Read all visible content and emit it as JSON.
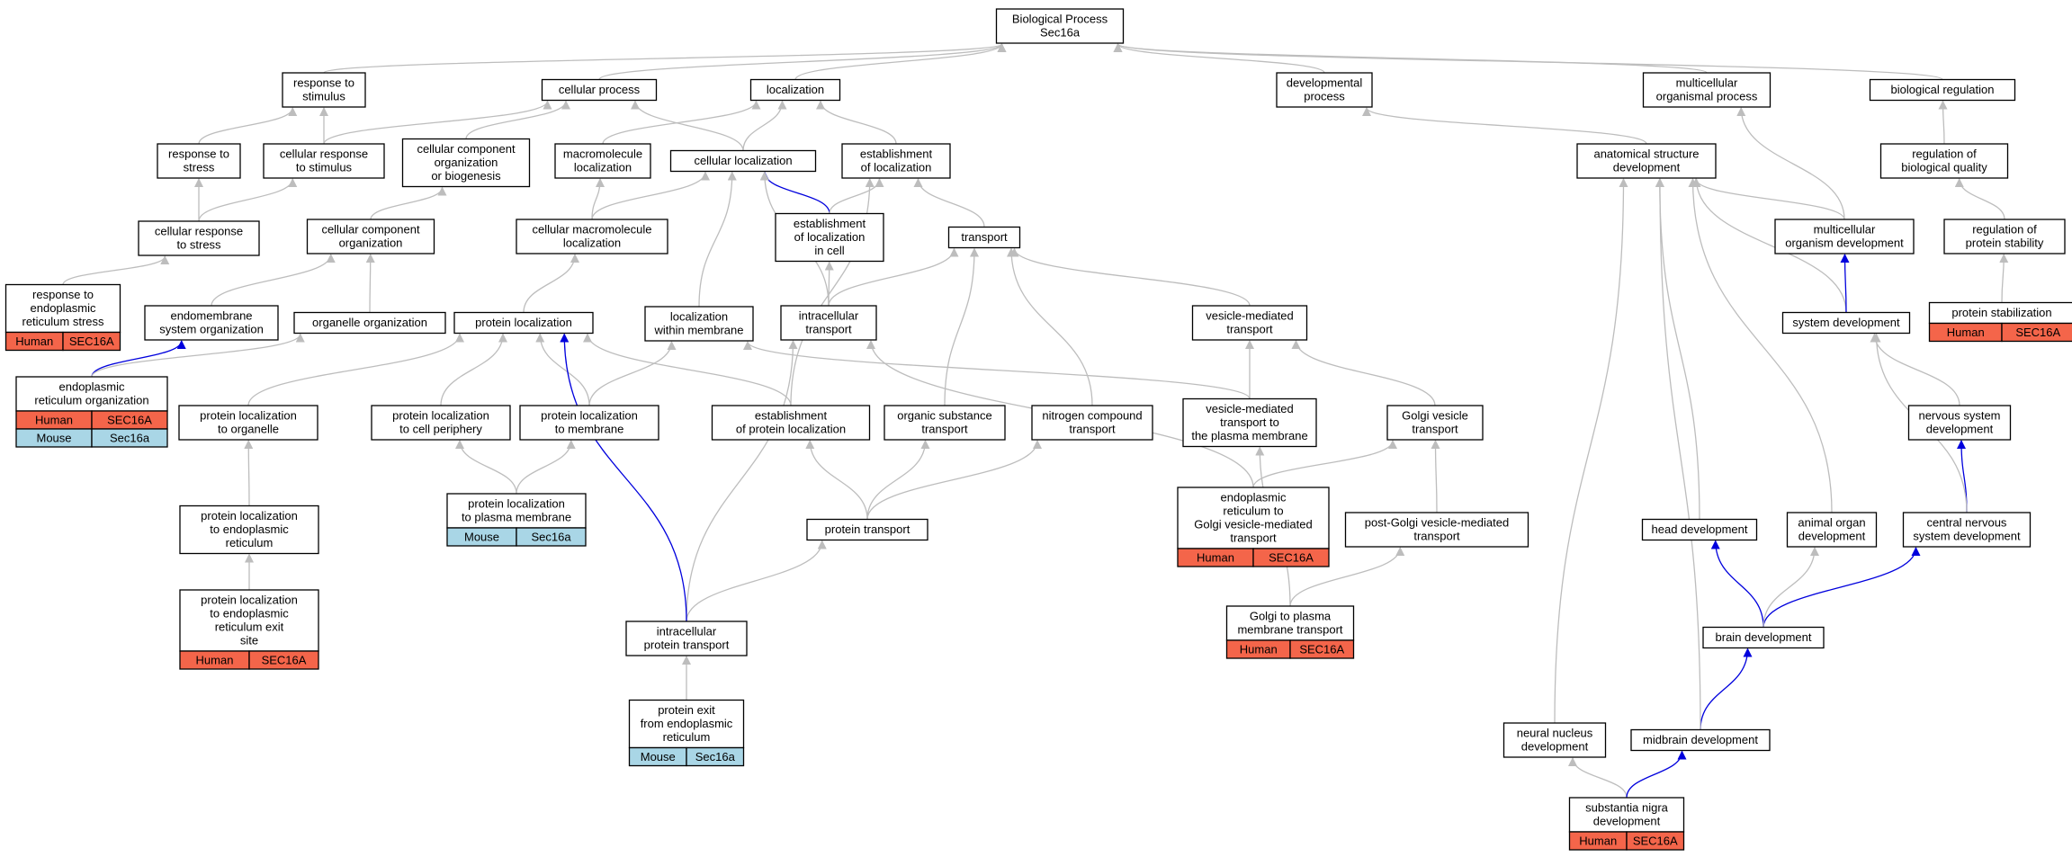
{
  "colors": {
    "human": "#f4654a",
    "mouse": "#a9d6e6",
    "edge": "#bdbdbd",
    "blue_edge": "#0000dd",
    "box_stroke": "#000000"
  },
  "nodes": [
    {
      "id": "bp",
      "lines": [
        "Biological Process",
        "Sec16a"
      ]
    },
    {
      "id": "rts",
      "lines": [
        "response to",
        "stimulus"
      ]
    },
    {
      "id": "cp",
      "lines": [
        "cellular process"
      ]
    },
    {
      "id": "loc",
      "lines": [
        "localization"
      ]
    },
    {
      "id": "dev",
      "lines": [
        "developmental",
        "process"
      ]
    },
    {
      "id": "mop",
      "lines": [
        "multicellular",
        "organismal process"
      ]
    },
    {
      "id": "breg",
      "lines": [
        "biological regulation"
      ]
    },
    {
      "id": "rtstress",
      "lines": [
        "response to",
        "stress"
      ]
    },
    {
      "id": "crts",
      "lines": [
        "cellular response",
        "to stimulus"
      ]
    },
    {
      "id": "ccob",
      "lines": [
        "cellular component",
        "organization",
        "or biogenesis"
      ]
    },
    {
      "id": "mml",
      "lines": [
        "macromolecule",
        "localization"
      ]
    },
    {
      "id": "cl",
      "lines": [
        "cellular localization"
      ]
    },
    {
      "id": "eol",
      "lines": [
        "establishment",
        "of localization"
      ]
    },
    {
      "id": "asd",
      "lines": [
        "anatomical structure",
        "development"
      ]
    },
    {
      "id": "rbq",
      "lines": [
        "regulation of",
        "biological quality"
      ]
    },
    {
      "id": "crtstress",
      "lines": [
        "cellular response",
        "to stress"
      ]
    },
    {
      "id": "cco",
      "lines": [
        "cellular component",
        "organization"
      ]
    },
    {
      "id": "cmml",
      "lines": [
        "cellular macromolecule",
        "localization"
      ]
    },
    {
      "id": "eolc",
      "lines": [
        "establishment",
        "of localization",
        "in cell"
      ]
    },
    {
      "id": "trans",
      "lines": [
        "transport"
      ]
    },
    {
      "id": "mod",
      "lines": [
        "multicellular",
        "organism development"
      ]
    },
    {
      "id": "rps",
      "lines": [
        "regulation of",
        "protein stability"
      ]
    },
    {
      "id": "rters",
      "lines": [
        "response to",
        "endoplasmic",
        "reticulum stress"
      ],
      "tags": [
        {
          "species": "Human",
          "gene": "SEC16A"
        }
      ]
    },
    {
      "id": "eso",
      "lines": [
        "endomembrane",
        "system organization"
      ]
    },
    {
      "id": "oo",
      "lines": [
        "organelle organization"
      ]
    },
    {
      "id": "pl",
      "lines": [
        "protein localization"
      ]
    },
    {
      "id": "lwm",
      "lines": [
        "localization",
        "within membrane"
      ]
    },
    {
      "id": "it",
      "lines": [
        "intracellular",
        "transport"
      ]
    },
    {
      "id": "vmt",
      "lines": [
        "vesicle-mediated",
        "transport"
      ]
    },
    {
      "id": "sd",
      "lines": [
        "system development"
      ]
    },
    {
      "id": "pstab",
      "lines": [
        "protein stabilization"
      ],
      "tags": [
        {
          "species": "Human",
          "gene": "SEC16A"
        }
      ]
    },
    {
      "id": "ero",
      "lines": [
        "endoplasmic",
        "reticulum organization"
      ],
      "tags": [
        {
          "species": "Human",
          "gene": "SEC16A"
        },
        {
          "species": "Mouse",
          "gene": "Sec16a"
        }
      ]
    },
    {
      "id": "plo",
      "lines": [
        "protein localization",
        "to organelle"
      ]
    },
    {
      "id": "plcp",
      "lines": [
        "protein localization",
        "to cell periphery"
      ]
    },
    {
      "id": "plm",
      "lines": [
        "protein localization",
        "to membrane"
      ]
    },
    {
      "id": "epl",
      "lines": [
        "establishment",
        "of protein localization"
      ]
    },
    {
      "id": "ost",
      "lines": [
        "organic substance",
        "transport"
      ]
    },
    {
      "id": "nct",
      "lines": [
        "nitrogen compound",
        "transport"
      ]
    },
    {
      "id": "vmtpm",
      "lines": [
        "vesicle-mediated",
        "transport to",
        "the plasma membrane"
      ]
    },
    {
      "id": "gvt",
      "lines": [
        "Golgi vesicle",
        "transport"
      ]
    },
    {
      "id": "nsd",
      "lines": [
        "nervous system",
        "development"
      ]
    },
    {
      "id": "pler",
      "lines": [
        "protein localization",
        "to endoplasmic",
        "reticulum"
      ]
    },
    {
      "id": "plpm",
      "lines": [
        "protein localization",
        "to plasma membrane"
      ],
      "tags": [
        {
          "species": "Mouse",
          "gene": "Sec16a"
        }
      ]
    },
    {
      "id": "pt",
      "lines": [
        "protein transport"
      ]
    },
    {
      "id": "ergvt",
      "lines": [
        "endoplasmic",
        "reticulum to",
        "Golgi vesicle-mediated",
        "transport"
      ],
      "tags": [
        {
          "species": "Human",
          "gene": "SEC16A"
        }
      ]
    },
    {
      "id": "pgvt",
      "lines": [
        "post-Golgi vesicle-mediated",
        "transport"
      ]
    },
    {
      "id": "hd",
      "lines": [
        "head development"
      ]
    },
    {
      "id": "aod",
      "lines": [
        "animal organ",
        "development"
      ]
    },
    {
      "id": "cnsd",
      "lines": [
        "central nervous",
        "system development"
      ]
    },
    {
      "id": "plers",
      "lines": [
        "protein localization",
        "to endoplasmic",
        "reticulum exit",
        "site"
      ],
      "tags": [
        {
          "species": "Human",
          "gene": "SEC16A"
        }
      ]
    },
    {
      "id": "ipt",
      "lines": [
        "intracellular",
        "protein transport"
      ]
    },
    {
      "id": "gpmt",
      "lines": [
        "Golgi to plasma",
        "membrane transport"
      ],
      "tags": [
        {
          "species": "Human",
          "gene": "SEC16A"
        }
      ]
    },
    {
      "id": "bd",
      "lines": [
        "brain development"
      ]
    },
    {
      "id": "pex",
      "lines": [
        "protein exit",
        "from endoplasmic",
        "reticulum"
      ],
      "tags": [
        {
          "species": "Mouse",
          "gene": "Sec16a"
        }
      ]
    },
    {
      "id": "nnd",
      "lines": [
        "neural nucleus",
        "development"
      ]
    },
    {
      "id": "md",
      "lines": [
        "midbrain development"
      ]
    },
    {
      "id": "snd",
      "lines": [
        "substantia nigra",
        "development"
      ],
      "tags": [
        {
          "species": "Human",
          "gene": "SEC16A"
        }
      ]
    }
  ],
  "edges": [
    {
      "from": "rts",
      "to": "bp"
    },
    {
      "from": "cp",
      "to": "bp"
    },
    {
      "from": "loc",
      "to": "bp"
    },
    {
      "from": "dev",
      "to": "bp"
    },
    {
      "from": "mop",
      "to": "bp"
    },
    {
      "from": "breg",
      "to": "bp"
    },
    {
      "from": "rtstress",
      "to": "rts"
    },
    {
      "from": "crts",
      "to": "rts"
    },
    {
      "from": "crts",
      "to": "cp"
    },
    {
      "from": "ccob",
      "to": "cp"
    },
    {
      "from": "mml",
      "to": "loc"
    },
    {
      "from": "cl",
      "to": "loc"
    },
    {
      "from": "cl",
      "to": "cp"
    },
    {
      "from": "eol",
      "to": "loc"
    },
    {
      "from": "asd",
      "to": "dev"
    },
    {
      "from": "mod",
      "to": "mop"
    },
    {
      "from": "rbq",
      "to": "breg"
    },
    {
      "from": "crtstress",
      "to": "rtstress"
    },
    {
      "from": "crtstress",
      "to": "crts"
    },
    {
      "from": "cco",
      "to": "ccob"
    },
    {
      "from": "cmml",
      "to": "mml"
    },
    {
      "from": "cmml",
      "to": "cl"
    },
    {
      "from": "eolc",
      "to": "cl",
      "blue": true
    },
    {
      "from": "eolc",
      "to": "eol"
    },
    {
      "from": "trans",
      "to": "eol"
    },
    {
      "from": "mod",
      "to": "asd"
    },
    {
      "from": "rps",
      "to": "rbq"
    },
    {
      "from": "rters",
      "to": "crtstress"
    },
    {
      "from": "eso",
      "to": "cco"
    },
    {
      "from": "oo",
      "to": "cco"
    },
    {
      "from": "pl",
      "to": "cmml"
    },
    {
      "from": "lwm",
      "to": "cl"
    },
    {
      "from": "it",
      "to": "cl"
    },
    {
      "from": "it",
      "to": "eolc"
    },
    {
      "from": "it",
      "to": "trans"
    },
    {
      "from": "vmt",
      "to": "trans"
    },
    {
      "from": "sd",
      "to": "asd"
    },
    {
      "from": "sd",
      "to": "mod",
      "blue": true
    },
    {
      "from": "pstab",
      "to": "rps"
    },
    {
      "from": "ero",
      "to": "eso",
      "blue": true
    },
    {
      "from": "ero",
      "to": "oo"
    },
    {
      "from": "plo",
      "to": "pl"
    },
    {
      "from": "plcp",
      "to": "pl"
    },
    {
      "from": "plm",
      "to": "pl"
    },
    {
      "from": "plm",
      "to": "lwm"
    },
    {
      "from": "epl",
      "to": "pl"
    },
    {
      "from": "epl",
      "to": "eol"
    },
    {
      "from": "ost",
      "to": "trans"
    },
    {
      "from": "nct",
      "to": "trans"
    },
    {
      "from": "vmtpm",
      "to": "vmt"
    },
    {
      "from": "vmtpm",
      "to": "lwm"
    },
    {
      "from": "gvt",
      "to": "vmt"
    },
    {
      "from": "nsd",
      "to": "sd"
    },
    {
      "from": "pler",
      "to": "plo"
    },
    {
      "from": "plpm",
      "to": "plcp"
    },
    {
      "from": "plpm",
      "to": "plm"
    },
    {
      "from": "pt",
      "to": "epl"
    },
    {
      "from": "pt",
      "to": "ost"
    },
    {
      "from": "pt",
      "to": "nct"
    },
    {
      "from": "ergvt",
      "to": "gvt"
    },
    {
      "from": "ergvt",
      "to": "it"
    },
    {
      "from": "pgvt",
      "to": "gvt"
    },
    {
      "from": "hd",
      "to": "asd"
    },
    {
      "from": "aod",
      "to": "asd"
    },
    {
      "from": "cnsd",
      "to": "nsd",
      "blue": true
    },
    {
      "from": "cnsd",
      "to": "sd"
    },
    {
      "from": "plers",
      "to": "pler"
    },
    {
      "from": "ipt",
      "to": "pt"
    },
    {
      "from": "ipt",
      "to": "it"
    },
    {
      "from": "ipt",
      "to": "pl",
      "blue": true
    },
    {
      "from": "gpmt",
      "to": "vmtpm"
    },
    {
      "from": "gpmt",
      "to": "pgvt"
    },
    {
      "from": "bd",
      "to": "hd",
      "blue": true
    },
    {
      "from": "bd",
      "to": "cnsd",
      "blue": true
    },
    {
      "from": "bd",
      "to": "aod"
    },
    {
      "from": "pex",
      "to": "ipt"
    },
    {
      "from": "nnd",
      "to": "asd"
    },
    {
      "from": "md",
      "to": "bd",
      "blue": true
    },
    {
      "from": "md",
      "to": "asd"
    },
    {
      "from": "snd",
      "to": "nnd"
    },
    {
      "from": "snd",
      "to": "md",
      "blue": true
    }
  ]
}
